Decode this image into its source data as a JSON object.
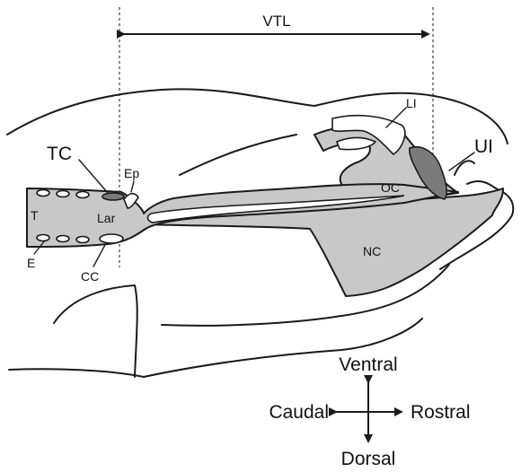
{
  "measure": {
    "label": "VTL"
  },
  "structures": {
    "tc": "TC",
    "ep": "Ep",
    "t": "T",
    "lar": "Lar",
    "e": "E",
    "cc": "CC",
    "li": "LI",
    "ui": "UI",
    "oc": "OC",
    "nc": "NC"
  },
  "orientation": {
    "ventral": "Ventral",
    "dorsal": "Dorsal",
    "caudal": "Caudal",
    "rostral": "Rostral"
  },
  "colors": {
    "cavity_fill": "#c8c8c8",
    "dark_fill": "#7a7a7a",
    "line": "#1a1a1a",
    "background": "#ffffff"
  }
}
